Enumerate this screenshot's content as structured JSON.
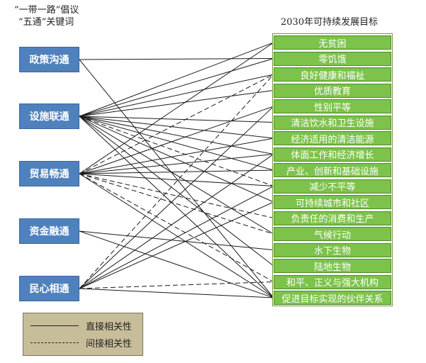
{
  "header": {
    "left_line1": "“一带一路”倡议",
    "left_line2": "“五通”关键词",
    "right_title": "2030年可持续发展目标"
  },
  "bri_keywords": [
    "政策沟通",
    "设施联通",
    "贸易畅通",
    "资金融通",
    "民心相通"
  ],
  "sdgs": [
    "无贫困",
    "零饥饿",
    "良好健康和福祉",
    "优质教育",
    "性别平等",
    "清洁饮水和卫生设施",
    "经济适用的清洁能源",
    "体面工作和经济增长",
    "产业、创新和基础设施",
    "减少不平等",
    "可持续城市和社区",
    "负责任的消费和生产",
    "气候行动",
    "水下生物",
    "陆地生物",
    "和平、正义与强大机构",
    "促进目标实现的伙伴关系"
  ],
  "links": [
    {
      "from": 0,
      "to": 1,
      "type": "direct"
    },
    {
      "from": 0,
      "to": 16,
      "type": "direct"
    },
    {
      "from": 1,
      "to": 0,
      "type": "direct"
    },
    {
      "from": 1,
      "to": 1,
      "type": "direct"
    },
    {
      "from": 1,
      "to": 2,
      "type": "direct"
    },
    {
      "from": 1,
      "to": 3,
      "type": "direct"
    },
    {
      "from": 1,
      "to": 5,
      "type": "direct"
    },
    {
      "from": 1,
      "to": 6,
      "type": "direct"
    },
    {
      "from": 1,
      "to": 7,
      "type": "direct"
    },
    {
      "from": 1,
      "to": 8,
      "type": "direct"
    },
    {
      "from": 1,
      "to": 9,
      "type": "indirect"
    },
    {
      "from": 1,
      "to": 10,
      "type": "direct"
    },
    {
      "from": 1,
      "to": 12,
      "type": "direct"
    },
    {
      "from": 1,
      "to": 14,
      "type": "direct"
    },
    {
      "from": 1,
      "to": 16,
      "type": "direct"
    },
    {
      "from": 2,
      "to": 0,
      "type": "direct"
    },
    {
      "from": 2,
      "to": 2,
      "type": "indirect"
    },
    {
      "from": 2,
      "to": 4,
      "type": "direct"
    },
    {
      "from": 2,
      "to": 6,
      "type": "direct"
    },
    {
      "from": 2,
      "to": 7,
      "type": "direct"
    },
    {
      "from": 2,
      "to": 8,
      "type": "direct"
    },
    {
      "from": 2,
      "to": 9,
      "type": "direct"
    },
    {
      "from": 2,
      "to": 11,
      "type": "indirect"
    },
    {
      "from": 2,
      "to": 12,
      "type": "indirect"
    },
    {
      "from": 2,
      "to": 15,
      "type": "indirect"
    },
    {
      "from": 2,
      "to": 16,
      "type": "direct"
    },
    {
      "from": 3,
      "to": 13,
      "type": "direct"
    },
    {
      "from": 3,
      "to": 16,
      "type": "direct"
    },
    {
      "from": 4,
      "to": 2,
      "type": "indirect"
    },
    {
      "from": 4,
      "to": 4,
      "type": "direct"
    },
    {
      "from": 4,
      "to": 7,
      "type": "direct"
    },
    {
      "from": 4,
      "to": 9,
      "type": "direct"
    },
    {
      "from": 4,
      "to": 10,
      "type": "direct"
    },
    {
      "from": 4,
      "to": 15,
      "type": "indirect"
    },
    {
      "from": 4,
      "to": 16,
      "type": "direct"
    }
  ],
  "legend": {
    "direct_label": "直接相关性",
    "indirect_label": "间接相关性"
  }
}
